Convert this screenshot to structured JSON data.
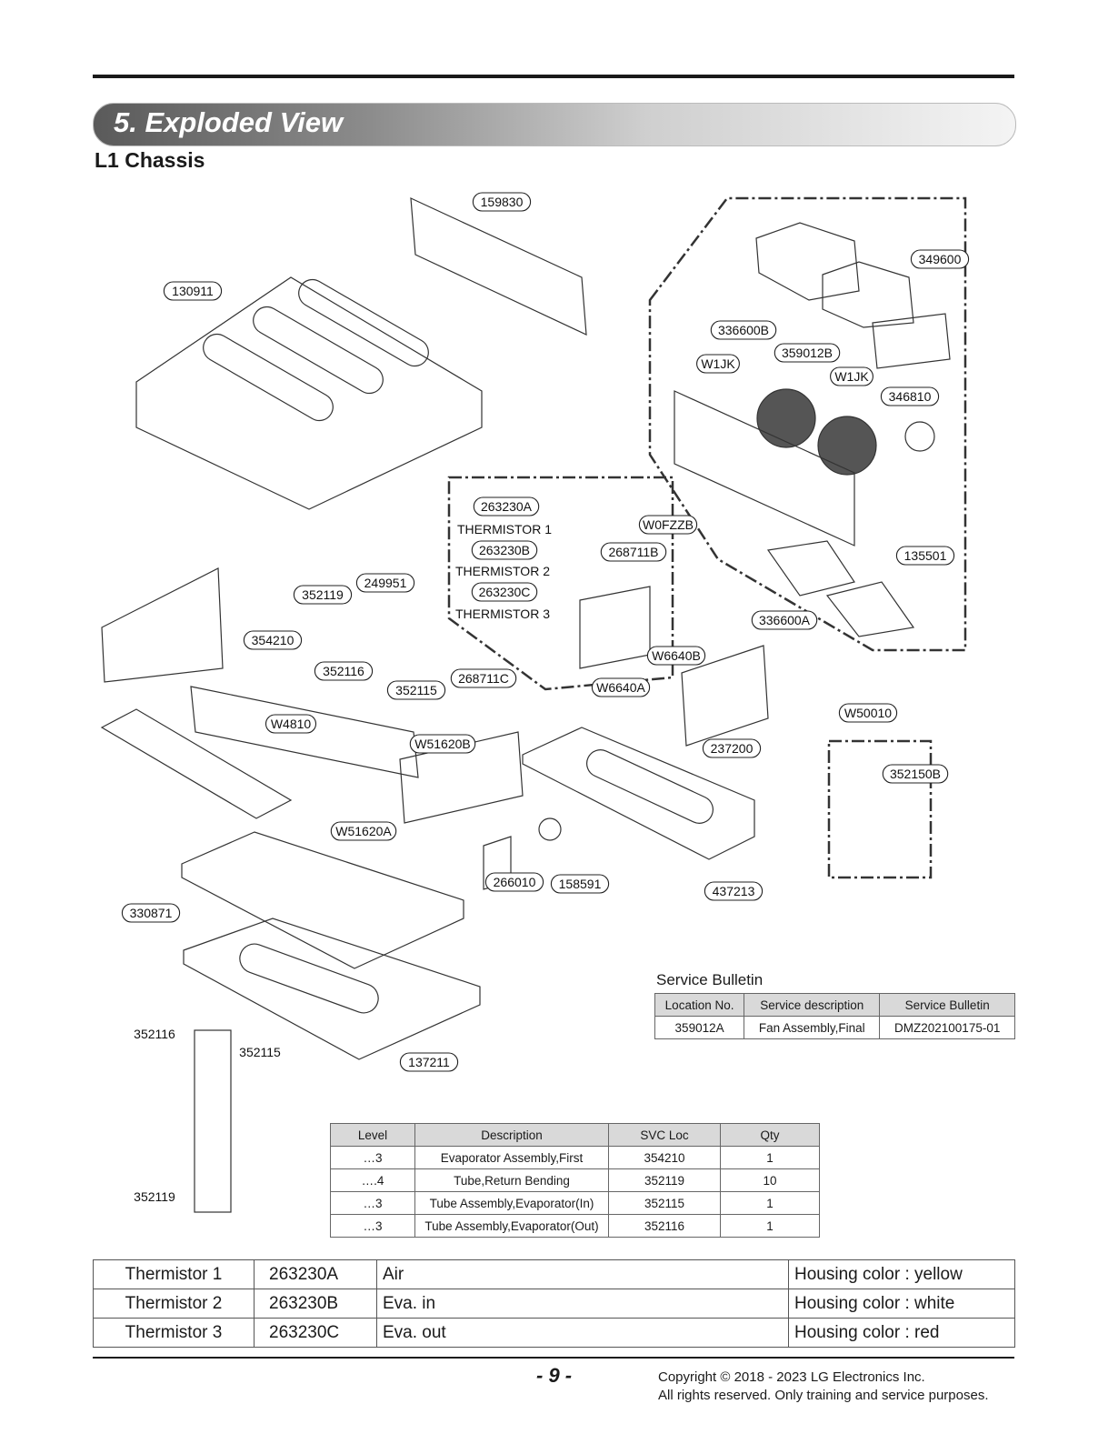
{
  "header": {
    "section_title": "5. Exploded View",
    "subtitle": "L1 Chassis"
  },
  "diagram": {
    "part_labels": [
      "159830",
      "130911",
      "349600",
      "336600B",
      "W1JK",
      "359012B",
      "W1JK",
      "346810",
      "263230A",
      "THERMISTOR 1",
      "W0FZZB",
      "263230B",
      "268711B",
      "THERMISTOR 2",
      "263230C",
      "THERMISTOR 3",
      "249951",
      "352119",
      "135501",
      "336600A",
      "354210",
      "W6640B",
      "352116",
      "268711C",
      "352115",
      "W6640A",
      "W4810",
      "W50010",
      "W51620B",
      "237200",
      "352150B",
      "W51620A",
      "266010",
      "158591",
      "437213",
      "330871",
      "137211",
      "352116",
      "352115",
      "352119"
    ]
  },
  "service_bulletin": {
    "title": "Service Bulletin",
    "headers": [
      "Location No.",
      "Service description",
      "Service Bulletin"
    ],
    "rows": [
      [
        "359012A",
        "Fan Assembly,Final",
        "DMZ202100175-01"
      ]
    ]
  },
  "parts_table": {
    "headers": [
      "Level",
      "Description",
      "SVC Loc",
      "Qty"
    ],
    "rows": [
      [
        "…3",
        "Evaporator Assembly,First",
        "354210",
        "1"
      ],
      [
        "….4",
        "Tube,Return Bending",
        "352119",
        "10"
      ],
      [
        "…3",
        "Tube Assembly,Evaporator(In)",
        "352115",
        "1"
      ],
      [
        "…3",
        "Tube Assembly,Evaporator(Out)",
        "352116",
        "1"
      ]
    ]
  },
  "thermistor_table": {
    "rows": [
      [
        "Thermistor 1",
        "263230A",
        "Air",
        "Housing color : yellow"
      ],
      [
        "Thermistor 2",
        "263230B",
        "Eva. in",
        "Housing color : white"
      ],
      [
        "Thermistor 3",
        "263230C",
        "Eva. out",
        "Housing color : red"
      ]
    ]
  },
  "footer": {
    "page_number": "- 9 -",
    "copyright_line1": "Copyright © 2018 - 2023 LG Electronics Inc.",
    "copyright_line2": "All rights reserved. Only training and service purposes."
  }
}
